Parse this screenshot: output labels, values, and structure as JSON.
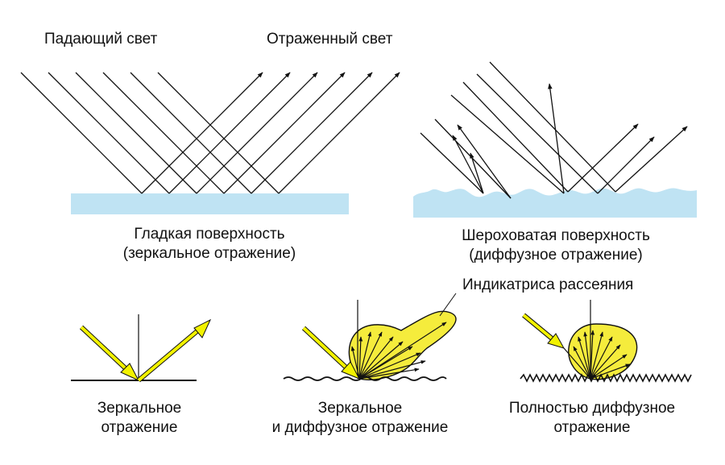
{
  "labels": {
    "incident_light": "Падающий свет",
    "reflected_light": "Отраженный свет",
    "smooth_surface": "Гладкая поверхность",
    "smooth_surface_note": "(зеркальное отражение)",
    "rough_surface": "Шероховатая поверхность",
    "rough_surface_note": "(диффузное отражение)",
    "scattering_indicatrix": "Индикатриса рассеяния",
    "specular_line1": "Зеркальное",
    "specular_line2": "отражение",
    "mixed_line1": "Зеркальное",
    "mixed_line2": "и диффузное отражение",
    "diffuse_line1": "Полностью диффузное",
    "diffuse_line2": "отражение"
  },
  "colors": {
    "surface": "#bfe3f3",
    "arrow_yellow": "#f2f200",
    "indicatrix_fill": "#f5ec3c",
    "line": "#111111"
  }
}
